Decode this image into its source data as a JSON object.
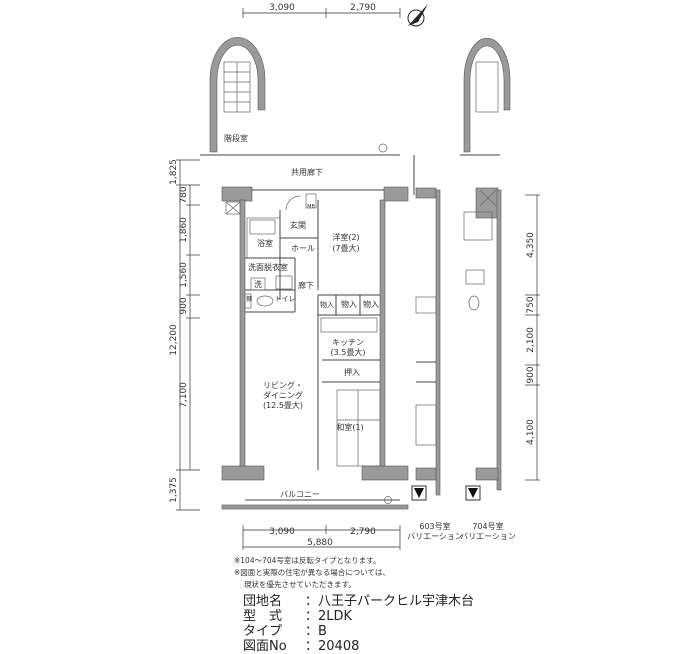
{
  "dimensions": {
    "top": [
      "3,090",
      "2,790"
    ],
    "bottom": [
      "3,090",
      "2,790"
    ],
    "bottom_total": "5,880",
    "left": [
      "1,825",
      "780",
      "1,860",
      "1,560",
      "900",
      "12,200",
      "7,100",
      "1,375"
    ],
    "right": [
      "4,350",
      "750",
      "2,100",
      "900",
      "4,100"
    ]
  },
  "rooms": {
    "stairs": "階段室",
    "corridor": "共用廊下",
    "entrance": "玄関",
    "hall": "ホール",
    "bath": "浴室",
    "western_room": "洋室(2)",
    "western_size": "(7畳大)",
    "washroom": "洗面脱衣室",
    "washer": "洗",
    "shelf": "棚",
    "toilet": "トイレ",
    "hallway": "廊下",
    "meter": "MB",
    "storage": [
      "物入",
      "物入",
      "物入"
    ],
    "kitchen": "キッチン",
    "kitchen_size": "(3.5畳大)",
    "closet": "押入",
    "living_1": "リビング・",
    "living_2": "ダイニング",
    "living_size": "(12.5畳大)",
    "japanese_room": "和室(1)",
    "balcony": "バルコニー"
  },
  "variations": [
    {
      "room": "603号室",
      "label": "バリエーション"
    },
    {
      "room": "704号室",
      "label": "バリエーション"
    }
  ],
  "notes": [
    "※104〜704号室は反転タイプとなります。",
    "※図面と実際の住宅が異なる場合については、",
    "現状を優先させていただきます。"
  ],
  "info": {
    "complex_label": "団地名",
    "complex_value": "八王子パークヒル宇津木台",
    "type_label": "型　式",
    "type_value": "2LDK",
    "variant_label": "タイプ",
    "variant_value": "B",
    "drawing_label": "図面No",
    "drawing_value": "20408",
    "separator": "："
  }
}
